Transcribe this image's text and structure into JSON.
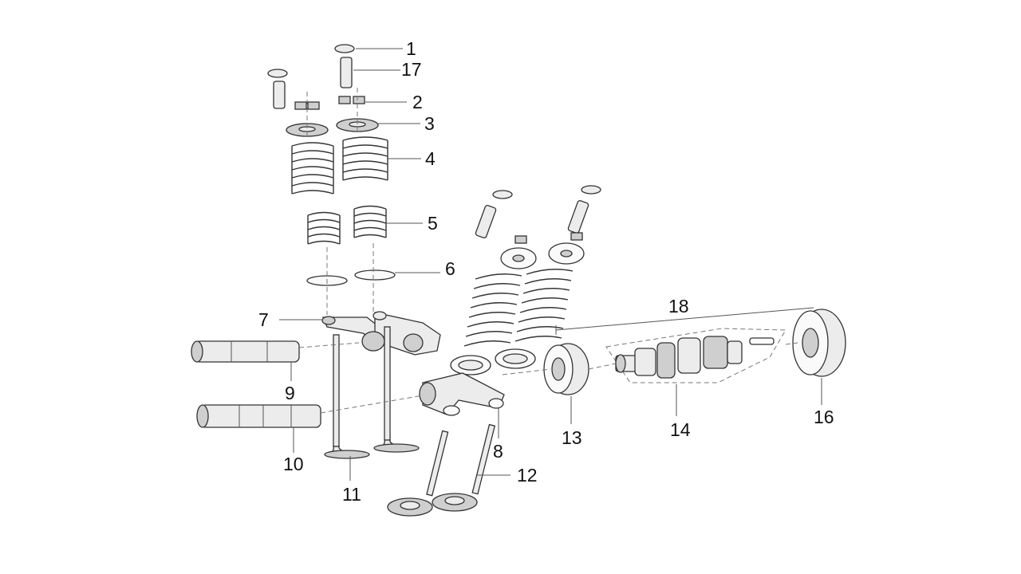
{
  "callouts": [
    "1",
    "2",
    "3",
    "4",
    "5",
    "6",
    "7",
    "8",
    "9",
    "10",
    "11",
    "12",
    "13",
    "14",
    "16",
    "17",
    "18"
  ]
}
